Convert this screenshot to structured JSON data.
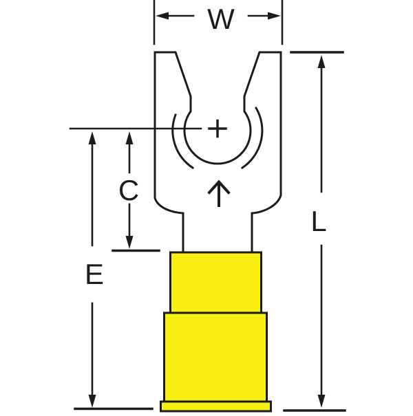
{
  "diagram": {
    "type": "fork-terminal-dimension-diagram",
    "labels": {
      "w": "W",
      "c": "C",
      "e": "E",
      "l": "L"
    },
    "icons": {
      "stud_center": "plus-icon",
      "wire_insertion": "up-arrow-icon"
    },
    "colors": {
      "line": "#1c1c1c",
      "insulation_fill": "#f7ee12",
      "background": "#ffffff"
    }
  }
}
